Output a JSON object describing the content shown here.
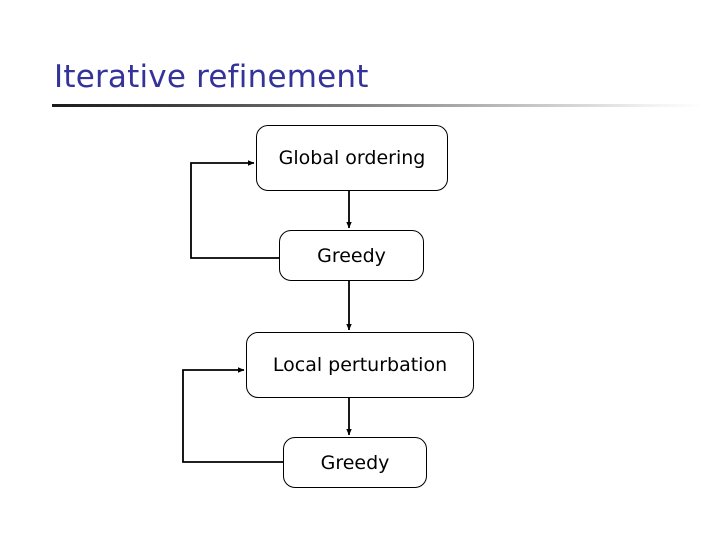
{
  "slide": {
    "title": "Iterative refinement",
    "title_color": "#333399",
    "background_color": "#ffffff",
    "rule_gradient_from": "#1a1a1a",
    "rule_gradient_to": "#ffffff"
  },
  "diagram": {
    "type": "flowchart",
    "node_border_color": "#000000",
    "node_fill_color": "#ffffff",
    "connector_color": "#000000",
    "nodes": [
      {
        "id": "global-ordering",
        "label": "Global ordering"
      },
      {
        "id": "greedy-1",
        "label": "Greedy"
      },
      {
        "id": "local-perturbation",
        "label": "Local perturbation"
      },
      {
        "id": "greedy-2",
        "label": "Greedy"
      }
    ],
    "edges": [
      {
        "from": "global-ordering",
        "to": "greedy-1",
        "kind": "arrow-down"
      },
      {
        "from": "greedy-1",
        "to": "local-perturbation",
        "kind": "arrow-down"
      },
      {
        "from": "local-perturbation",
        "to": "greedy-2",
        "kind": "arrow-down"
      },
      {
        "from": "greedy-1",
        "to": "global-ordering",
        "kind": "feedback-loop-left"
      },
      {
        "from": "greedy-2",
        "to": "local-perturbation",
        "kind": "feedback-loop-left"
      }
    ]
  }
}
